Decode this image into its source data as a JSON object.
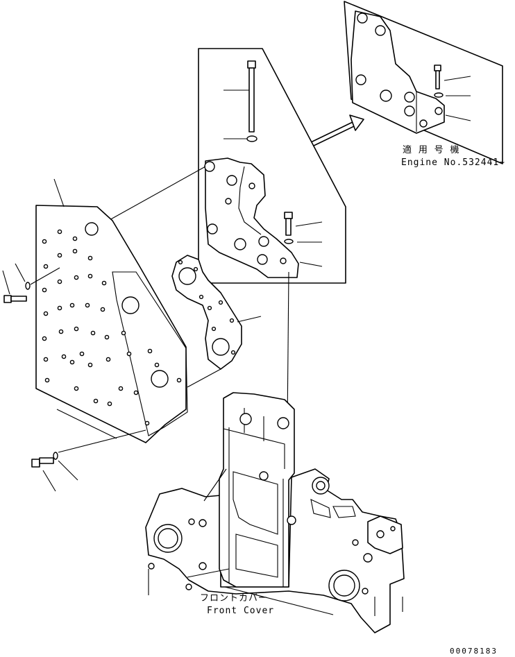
{
  "applicable_label_jp": "適 用 号 機",
  "applicable_label_en": "Engine No.532441~",
  "front_cover_jp": "フロントカバー",
  "front_cover_en": "Front Cover",
  "drawing_number": "00078183"
}
